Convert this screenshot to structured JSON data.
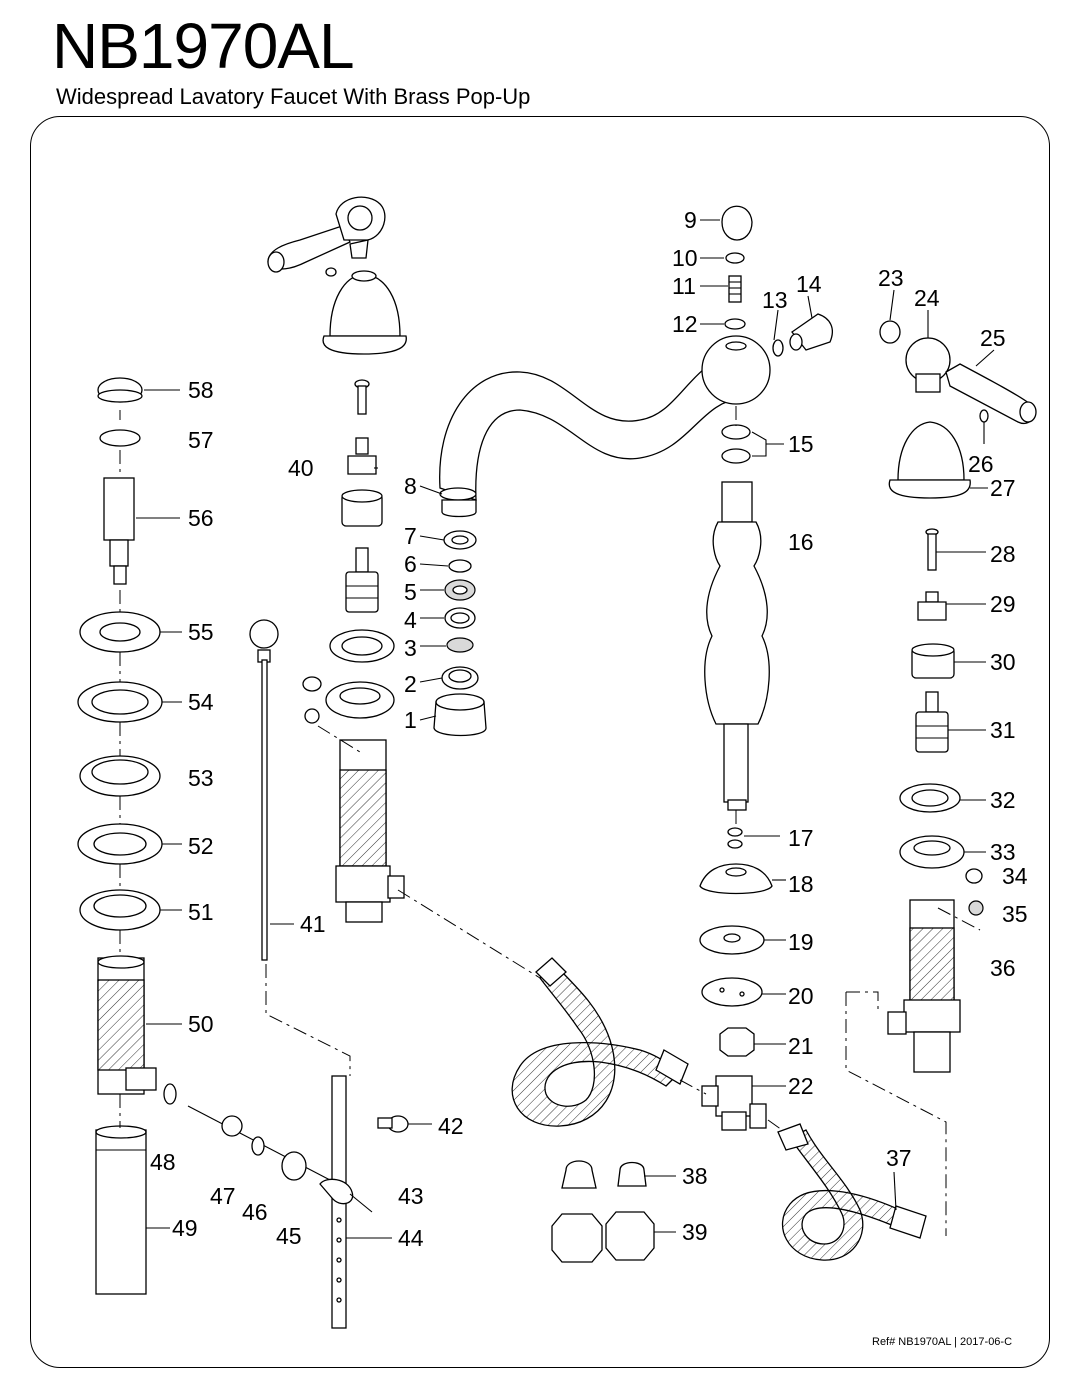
{
  "header": {
    "model": "NB1970AL",
    "subtitle": "Widespread Lavatory Faucet With Brass Pop-Up"
  },
  "footer": {
    "reference": "Ref# NB1970AL | 2017-06-C"
  },
  "diagram": {
    "labels": [
      "1",
      "2",
      "3",
      "4",
      "5",
      "6",
      "7",
      "8",
      "9",
      "10",
      "11",
      "12",
      "13",
      "14",
      "15",
      "16",
      "17",
      "18",
      "19",
      "20",
      "21",
      "22",
      "23",
      "24",
      "25",
      "26",
      "27",
      "28",
      "29",
      "30",
      "31",
      "32",
      "33",
      "34",
      "35",
      "36",
      "37",
      "38",
      "39",
      "40",
      "41",
      "42",
      "43",
      "44",
      "45",
      "46",
      "47",
      "48",
      "49",
      "50",
      "51",
      "52",
      "53",
      "54",
      "55",
      "56",
      "57",
      "58"
    ]
  }
}
